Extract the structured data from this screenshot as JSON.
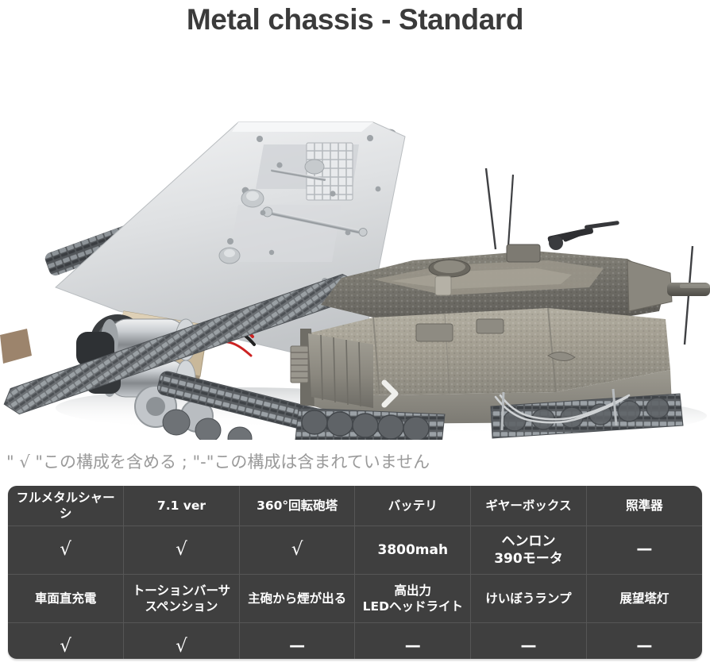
{
  "page": {
    "title": "Metal chassis - Standard",
    "background_color": "#ffffff",
    "title_color": "#3b3b3b"
  },
  "photo": {
    "alt_name": "rc-tank-metal-chassis-photo",
    "subjects": [
      "metal-chassis-bare",
      "assembled-merkava-tank"
    ]
  },
  "legend": {
    "caption": "\" √ \"この構成を含める ; \"-\"この構成は含まれていません",
    "check_symbol": "√",
    "dash_symbol": "—",
    "color": "#9a9a9a"
  },
  "spec_table": {
    "accent_bg": "#3f3f3f",
    "divider_color": "#565656",
    "text_color": "#ffffff",
    "headers": [
      "フルメタルシャーシ",
      "7.1 ver",
      "360°回転砲塔",
      "バッテリ",
      "ギヤーボックス",
      "照準器"
    ],
    "row_marks_1": [
      {
        "type": "check",
        "symbol": "√",
        "lines": []
      },
      {
        "type": "check",
        "symbol": "√",
        "lines": []
      },
      {
        "type": "check",
        "symbol": "√",
        "lines": []
      },
      {
        "type": "text",
        "symbol": "",
        "lines": [
          "3800mah"
        ]
      },
      {
        "type": "text",
        "symbol": "",
        "lines": [
          "ヘンロン",
          "390モータ"
        ]
      },
      {
        "type": "dash",
        "symbol": "—",
        "lines": []
      }
    ],
    "row_features": [
      {
        "lines": [
          "車面直充電"
        ]
      },
      {
        "lines": [
          "トーションバーサ",
          "スペンション"
        ]
      },
      {
        "lines": [
          "主砲から煙が出る"
        ]
      },
      {
        "lines": [
          "高出力",
          "LEDヘッドライト"
        ]
      },
      {
        "lines": [
          "けいぼうランプ"
        ]
      },
      {
        "lines": [
          "展望塔灯"
        ]
      }
    ],
    "row_marks_2": [
      {
        "type": "check",
        "symbol": "√"
      },
      {
        "type": "check",
        "symbol": "√"
      },
      {
        "type": "dash",
        "symbol": "—"
      },
      {
        "type": "dash",
        "symbol": "—"
      },
      {
        "type": "dash",
        "symbol": "—"
      },
      {
        "type": "dash",
        "symbol": "—"
      }
    ]
  }
}
